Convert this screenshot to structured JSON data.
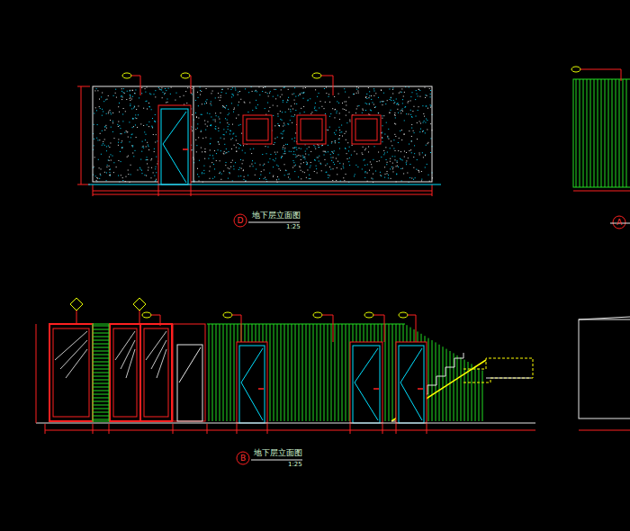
{
  "diagram": {
    "labels": [
      "D",
      "地下层立面图",
      "1:25",
      "A",
      "B",
      "地下层立面图",
      "1:25"
    ]
  }
}
